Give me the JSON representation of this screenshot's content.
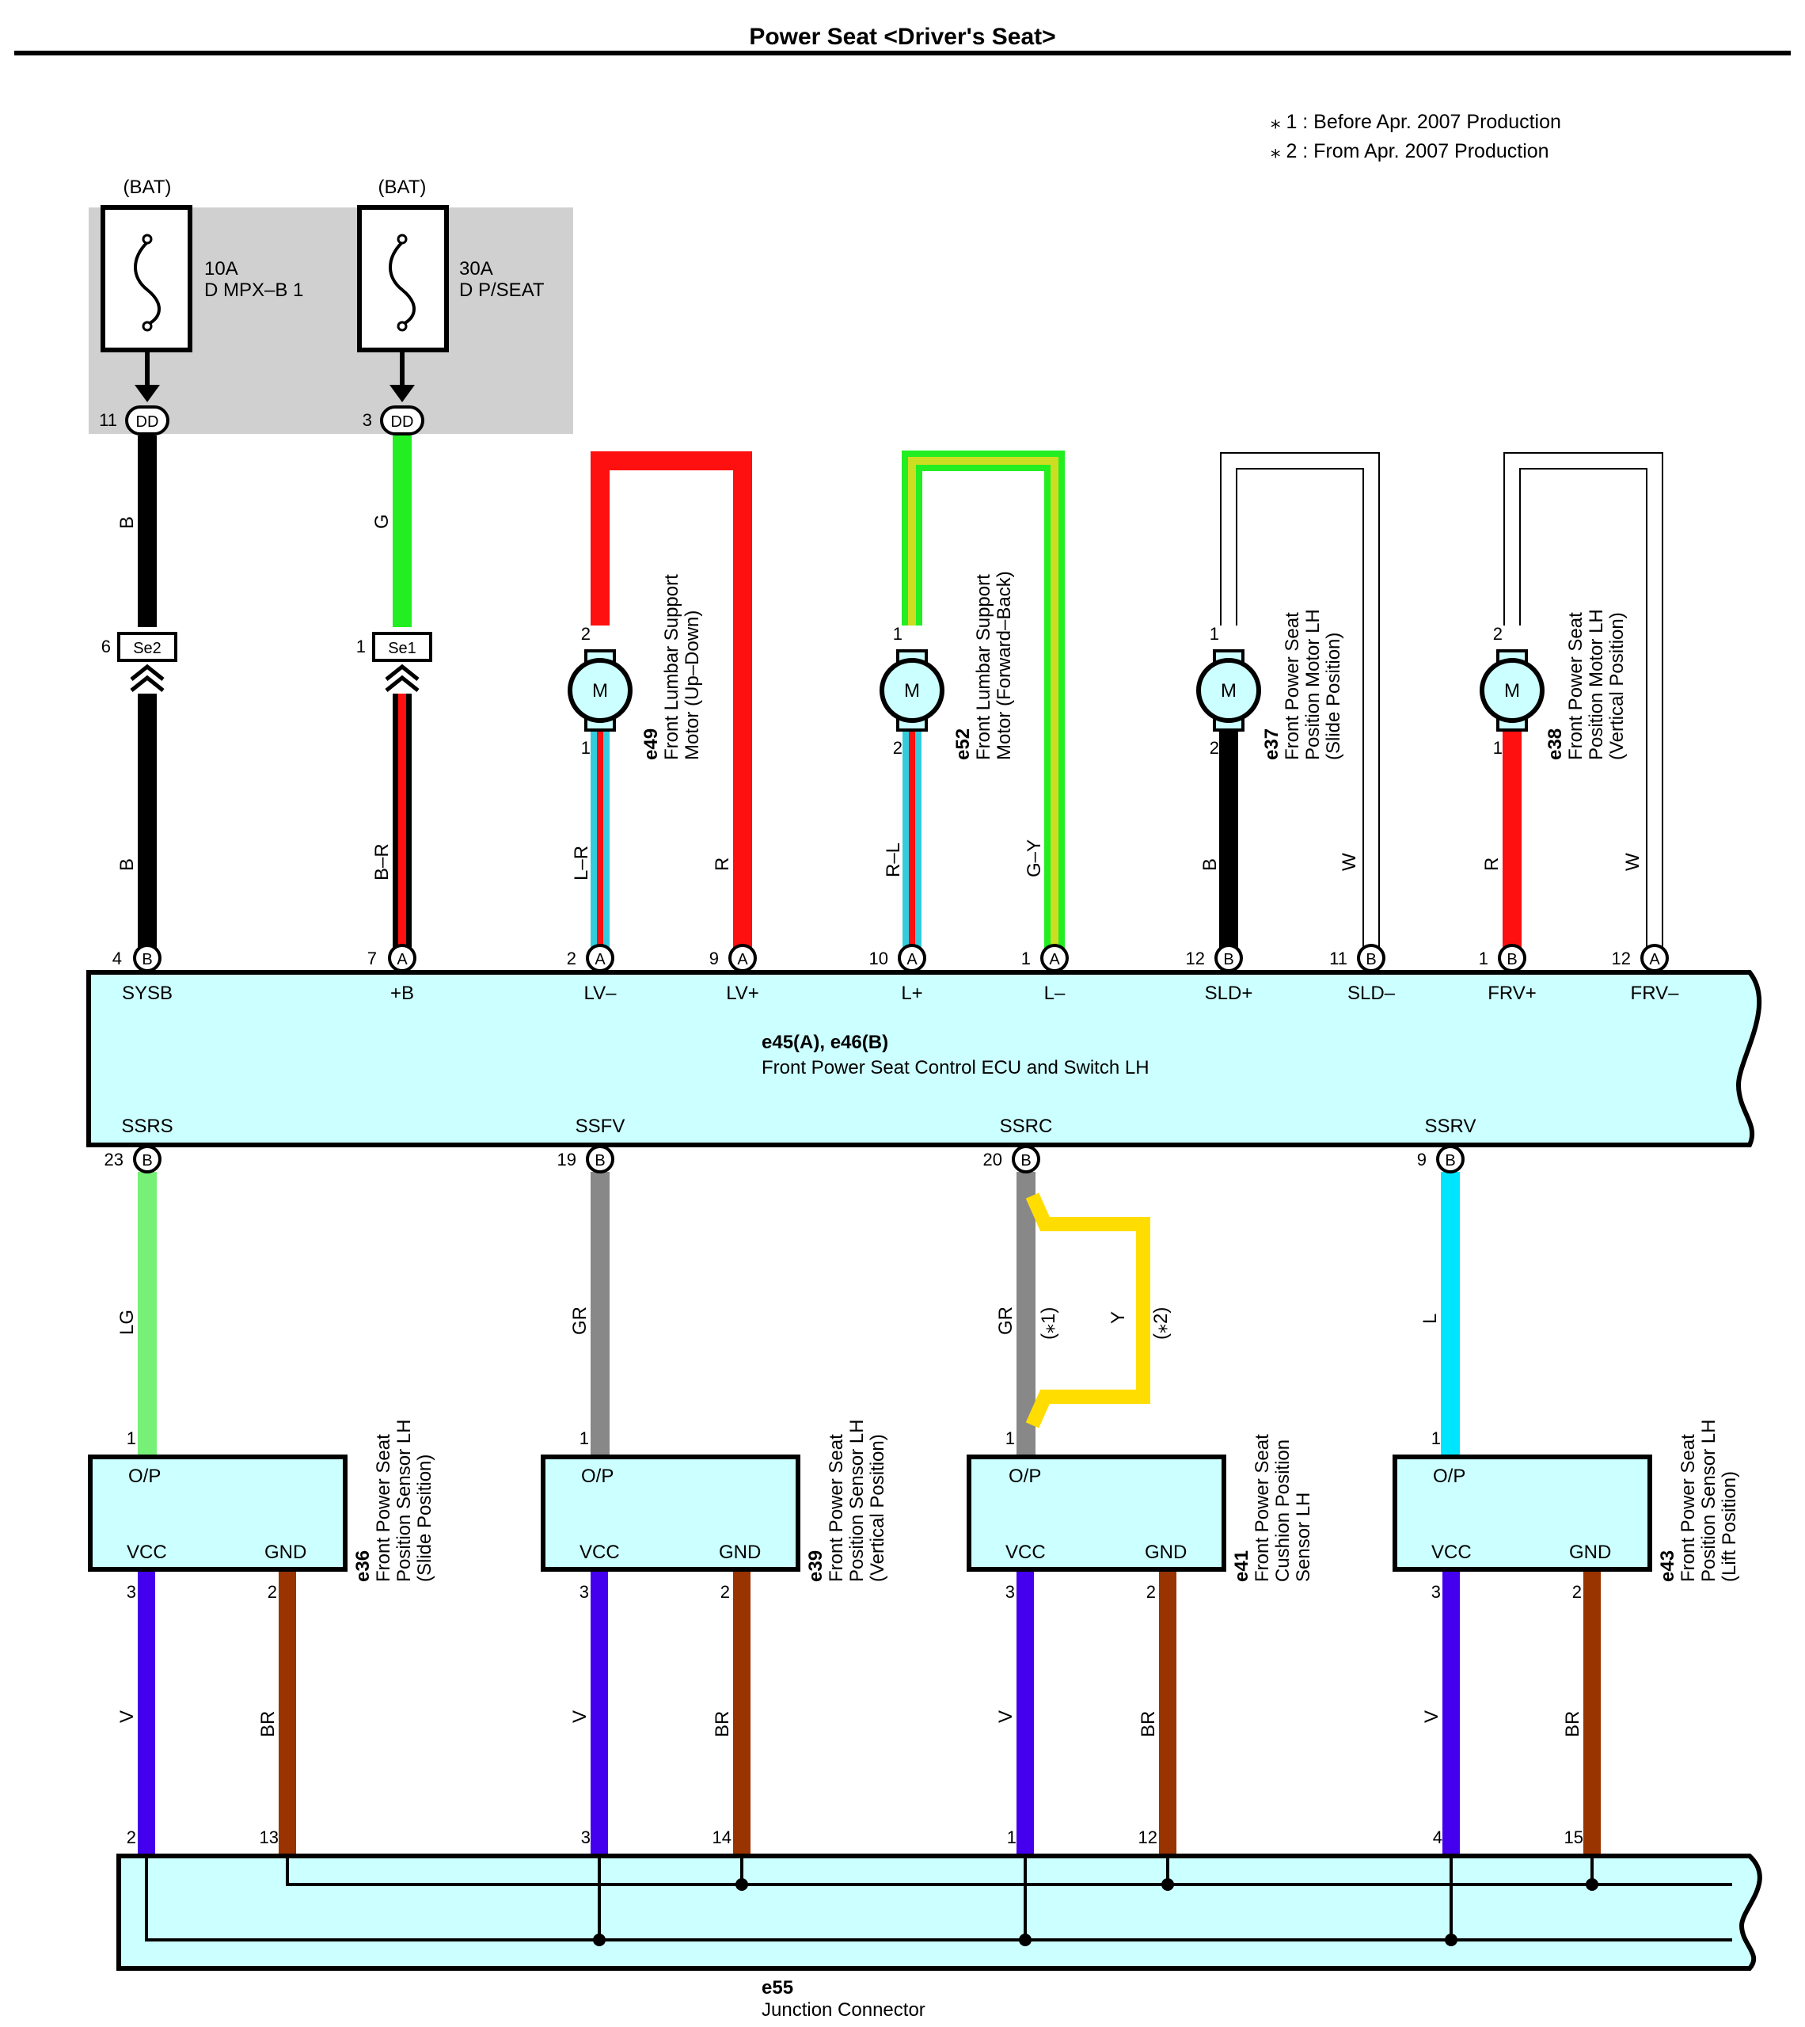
{
  "title": "Power Seat <Driver's Seat>",
  "notes": [
    "⁎ 1 : Before Apr.  2007 Production",
    "⁎ 2 : From Apr.  2007 Production"
  ],
  "colors": {
    "B": "#000000",
    "G": "#22ee22",
    "R": "#ff1010",
    "W": "#ffffff",
    "LR": "#33ccdd",
    "GY": "#ccdd22",
    "LG": "#77f077",
    "GR": "#888888",
    "Y": "#ffdd00",
    "L": "#00e5ff",
    "V": "#4400ee",
    "BR": "#993300",
    "box": "#ccffff",
    "relayBox": "#d0d0d0"
  },
  "fuses": [
    {
      "source": "(BAT)",
      "amp": "10A",
      "name": "D MPX–B 1",
      "pin": "11",
      "conn": "DD"
    },
    {
      "source": "(BAT)",
      "amp": "30A",
      "name": "D P/SEAT",
      "pin": "3",
      "conn": "DD"
    }
  ],
  "junctions": [
    {
      "pin": "6",
      "conn": "Se2"
    },
    {
      "pin": "1",
      "conn": "Se1"
    }
  ],
  "motor_glyph": "M",
  "motors": [
    {
      "code": "e49",
      "name": [
        "Front Lumbar Support",
        "Motor (Up–Down)"
      ],
      "pin_top": "2",
      "pin_bottom": "1"
    },
    {
      "code": "e52",
      "name": [
        "Front Lumbar Support",
        "Motor (Forward–Back)"
      ],
      "pin_top": "1",
      "pin_bottom": "2"
    },
    {
      "code": "e37",
      "name": [
        "Front Power Seat",
        "Position Motor LH",
        "(Slide Position)"
      ],
      "pin_top": "1",
      "pin_bottom": "2"
    },
    {
      "code": "e38",
      "name": [
        "Front Power Seat",
        "Position Motor LH",
        "(Vertical Position)"
      ],
      "pin_top": "2",
      "pin_bottom": "1"
    }
  ],
  "wire_labels": {
    "b1": "B",
    "g1": "G",
    "b2": "B",
    "br1": "B–R",
    "lr": "L–R",
    "r1": "R",
    "rl": "R–L",
    "gy": "G–Y",
    "b3": "B",
    "w1": "W",
    "r2": "R",
    "w2": "W",
    "lg": "LG",
    "gr1": "GR",
    "gr2": "GR",
    "star1": "(⁎1)",
    "y": "Y",
    "star2": "(⁎2)",
    "l": "L"
  },
  "ecu": {
    "title": "e45(A), e46(B)",
    "name": "Front Power Seat Control ECU and Switch LH",
    "top_pins": [
      {
        "num": "4",
        "conn": "B",
        "label": "SYSB"
      },
      {
        "num": "7",
        "conn": "A",
        "label": "+B"
      },
      {
        "num": "2",
        "conn": "A",
        "label": "LV–"
      },
      {
        "num": "9",
        "conn": "A",
        "label": "LV+"
      },
      {
        "num": "10",
        "conn": "A",
        "label": "L+"
      },
      {
        "num": "1",
        "conn": "A",
        "label": "L–"
      },
      {
        "num": "12",
        "conn": "B",
        "label": "SLD+"
      },
      {
        "num": "11",
        "conn": "B",
        "label": "SLD–"
      },
      {
        "num": "1",
        "conn": "B",
        "label": "FRV+"
      },
      {
        "num": "12",
        "conn": "A",
        "label": "FRV–"
      }
    ],
    "bottom_pins": [
      {
        "num": "23",
        "conn": "B",
        "label": "SSRS"
      },
      {
        "num": "19",
        "conn": "B",
        "label": "SSFV"
      },
      {
        "num": "20",
        "conn": "B",
        "label": "SSRC"
      },
      {
        "num": "9",
        "conn": "B",
        "label": "SSRV"
      }
    ]
  },
  "sensors": [
    {
      "code": "e36",
      "name": [
        "Front Power Seat",
        "Position Sensor LH",
        "(Slide Position)"
      ],
      "op": "O/P",
      "vcc": "VCC",
      "gnd": "GND",
      "pin_op": "1",
      "pin_vcc": "3",
      "pin_gnd": "2",
      "v_label": "V",
      "br_label": "BR"
    },
    {
      "code": "e39",
      "name": [
        "Front Power Seat",
        "Position Sensor LH",
        "(Vertical Position)"
      ],
      "op": "O/P",
      "vcc": "VCC",
      "gnd": "GND",
      "pin_op": "1",
      "pin_vcc": "3",
      "pin_gnd": "2",
      "v_label": "V",
      "br_label": "BR"
    },
    {
      "code": "e41",
      "name": [
        "Front Power Seat",
        "Cushion Position",
        "Sensor LH"
      ],
      "op": "O/P",
      "vcc": "VCC",
      "gnd": "GND",
      "pin_op": "1",
      "pin_vcc": "3",
      "pin_gnd": "2",
      "v_label": "V",
      "br_label": "BR"
    },
    {
      "code": "e43",
      "name": [
        "Front Power Seat",
        "Position Sensor LH",
        "(Lift Position)"
      ],
      "op": "O/P",
      "vcc": "VCC",
      "gnd": "GND",
      "pin_op": "1",
      "pin_vcc": "3",
      "pin_gnd": "2",
      "v_label": "V",
      "br_label": "BR"
    }
  ],
  "junction_connector": {
    "code": "e55",
    "name": "Junction Connector",
    "pins": [
      "2",
      "13",
      "3",
      "14",
      "1",
      "12",
      "4",
      "15"
    ]
  }
}
